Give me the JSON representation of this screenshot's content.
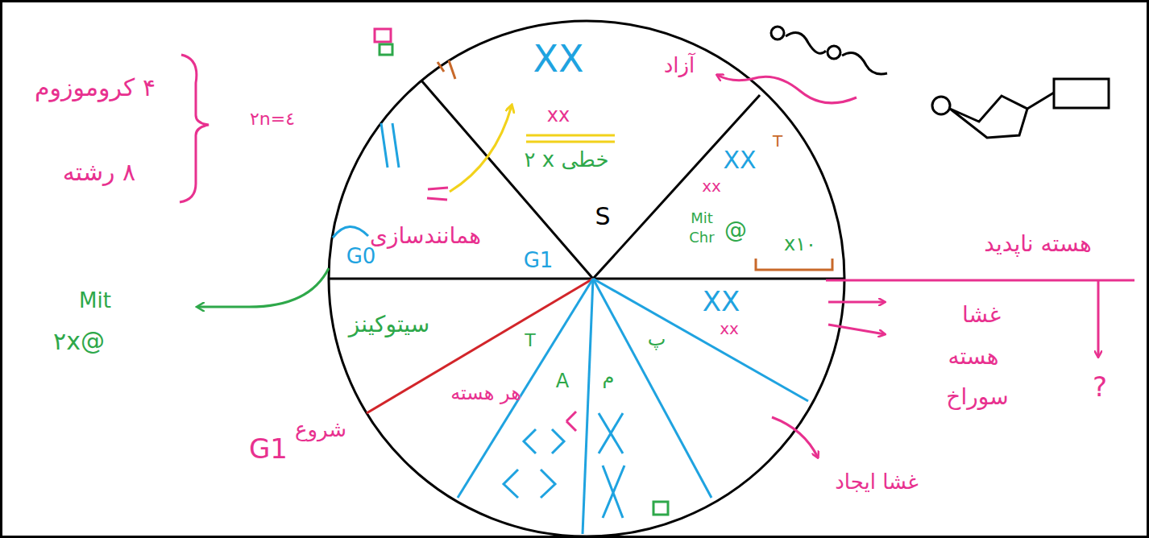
{
  "diagram": {
    "labels": [
      "۴ کروموزوم",
      "۸ رشته",
      "۲n=٤",
      "XX",
      "xx",
      "۲ x خطی",
      "آزاد",
      "S",
      "T",
      "XX",
      "xx",
      "Mit",
      "Chr",
      "@",
      "x۱۰",
      "همانندسازی",
      "G0",
      "G1",
      "Mit",
      "۲x@",
      "هسته ناپدید",
      "غشا",
      "هسته",
      "سوراخ",
      "?",
      "سیتوکینز",
      "پ",
      "XX",
      "xx",
      "T",
      "A",
      "م",
      "هر هسته",
      "شروع",
      "G1",
      "غشا ایجاد"
    ]
  }
}
